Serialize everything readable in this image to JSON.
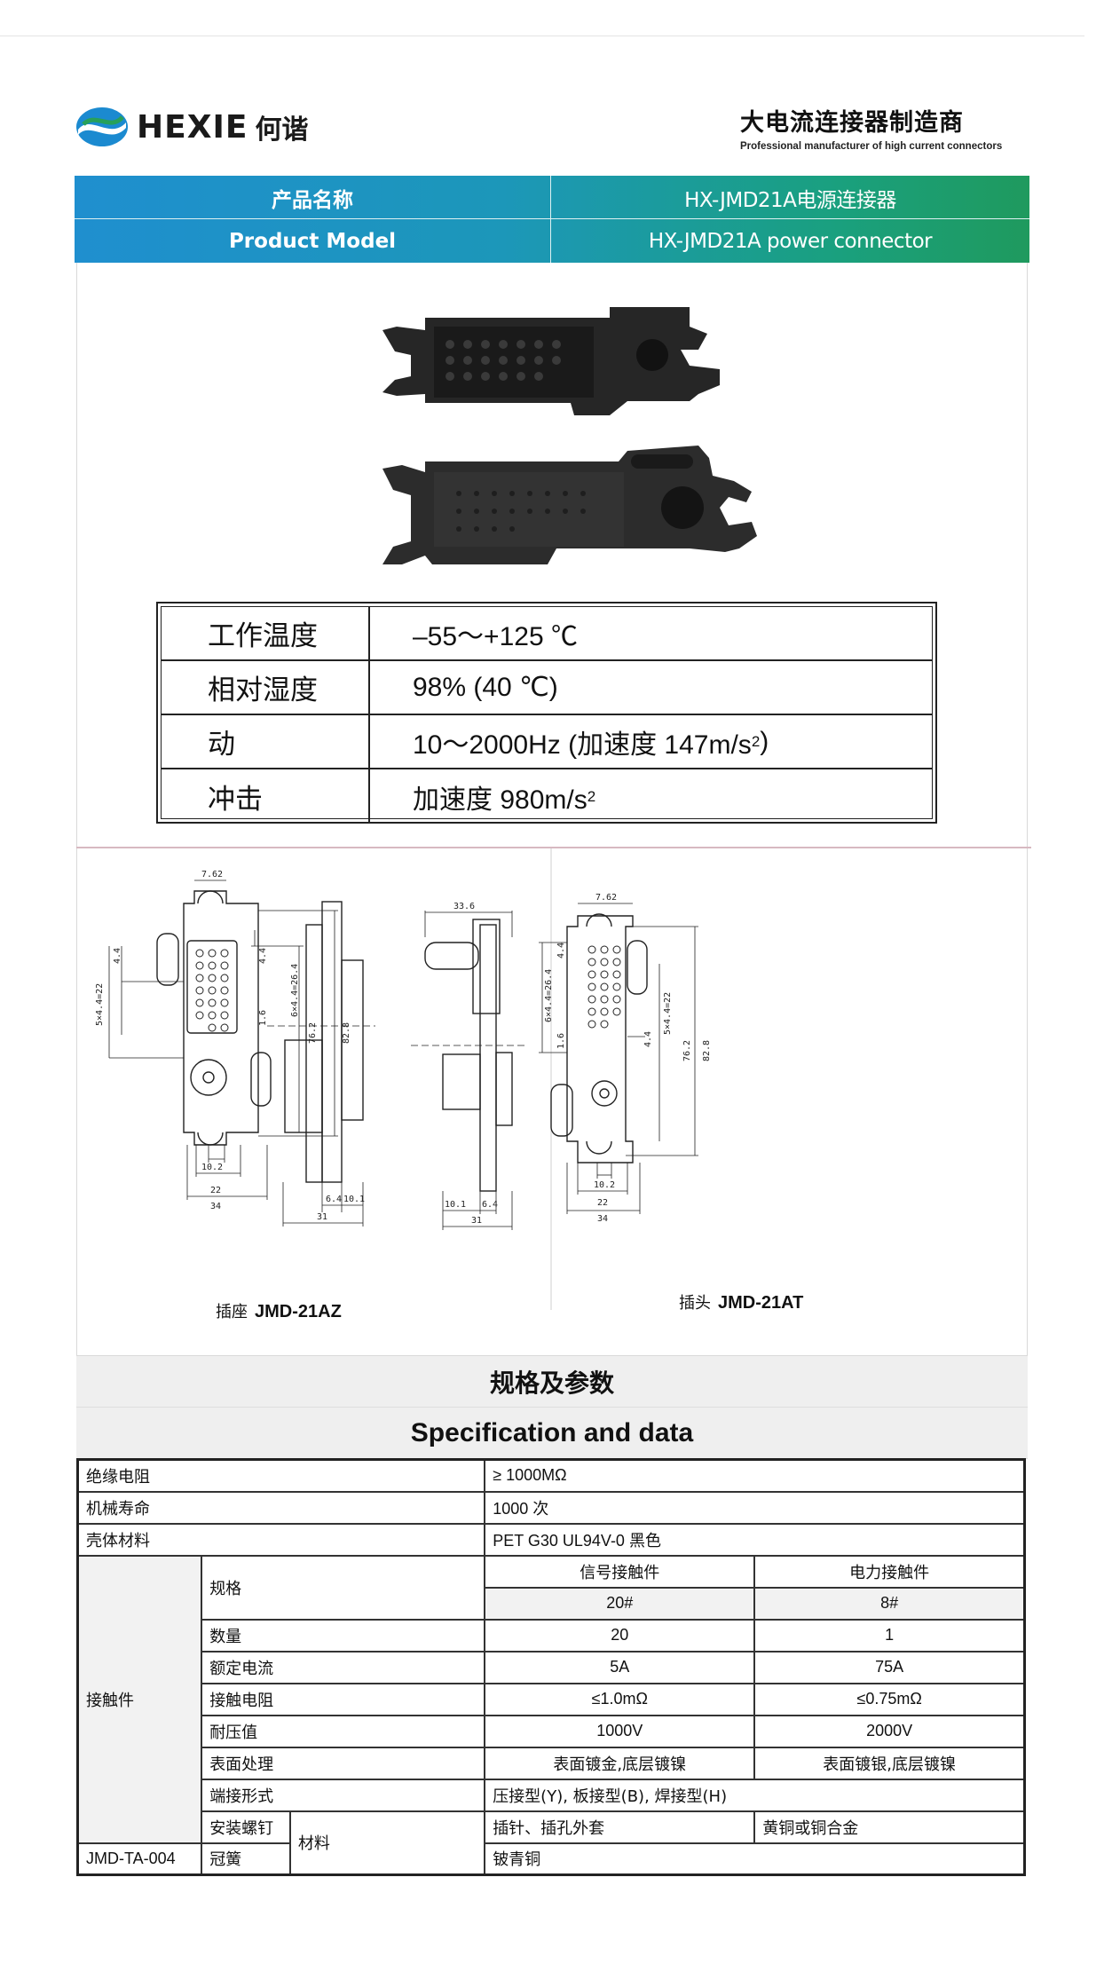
{
  "header": {
    "logo_en": "HEXIE",
    "logo_cn": "何谐",
    "tagline_cn": "大电流连接器制造商",
    "tagline_en": "Professional manufacturer of high current connectors"
  },
  "banner": {
    "name_label_cn": "产品名称",
    "name_value_cn": "HX-JMD21A电源连接器",
    "model_label_en": "Product Model",
    "model_value_en": "HX-JMD21A power connector"
  },
  "environment": [
    {
      "key": "工作温度",
      "value": "–55～+125 ℃"
    },
    {
      "key": "相对湿度",
      "value": "98% (40 ℃)"
    },
    {
      "key": "动",
      "value_main": "10～2000Hz (加速度 147m/s",
      "value_sup": "2",
      "value_end": ")"
    },
    {
      "key": "冲击",
      "value_main": "加速度 980m/s",
      "value_sup": "2",
      "value_end": ""
    }
  ],
  "drawings": {
    "left_caption_cn": "插座",
    "left_caption_model": "JMD-21AZ",
    "right_caption_cn": "插头",
    "right_caption_model": "JMD-21AT",
    "dims": {
      "d762": "7.62",
      "d44": "4.4",
      "d5x44": "5×4.4=22",
      "d6x44": "6×4.4=26.4",
      "d16": "1.6",
      "d762b": "76.2",
      "d828": "82.8",
      "d102": "10.2",
      "d22": "22",
      "d34": "34",
      "d64": "6.4",
      "d101": "10.1",
      "d31": "31",
      "d336": "33.6"
    }
  },
  "spec": {
    "title_cn": "规格及参数",
    "title_en": "Specification and data",
    "insulation_label": "绝缘电阻",
    "insulation_value": "≥ 1000MΩ",
    "life_label": "机械寿命",
    "life_value": "1000  次",
    "shell_label": "壳体材料",
    "shell_value": "PET G30 UL94V-0  黑色",
    "contact_label": "接触件",
    "spec_label": "规格",
    "signal_label": "信号接触件",
    "power_label": "电力接触件",
    "signal_size": "20#",
    "power_size": "8#",
    "qty_label": "数量",
    "qty_signal": "20",
    "qty_power": "1",
    "current_label": "额定电流",
    "current_signal": "5A",
    "current_power": "75A",
    "resist_label": "接触电阻",
    "resist_signal": "≤1.0mΩ",
    "resist_power": "≤0.75mΩ",
    "volt_label": "耐压值",
    "volt_signal": "1000V",
    "volt_power": "2000V",
    "surface_label": "表面处理",
    "surface_signal": "表面镀金,底层镀镍",
    "surface_power": "表面镀银,底层镀镍",
    "term_label": "端接形式",
    "term_value": "压接型(Y),  板接型(B),  焊接型(H)",
    "screw_label": "安装螺钉",
    "screw_code": "JMD-TA-004",
    "material_label": "材料",
    "sleeve_label": "插针、插孔外套",
    "sleeve_value": "黄铜或铜合金",
    "spring_label": "冠簧",
    "spring_value": "铍青铜"
  }
}
